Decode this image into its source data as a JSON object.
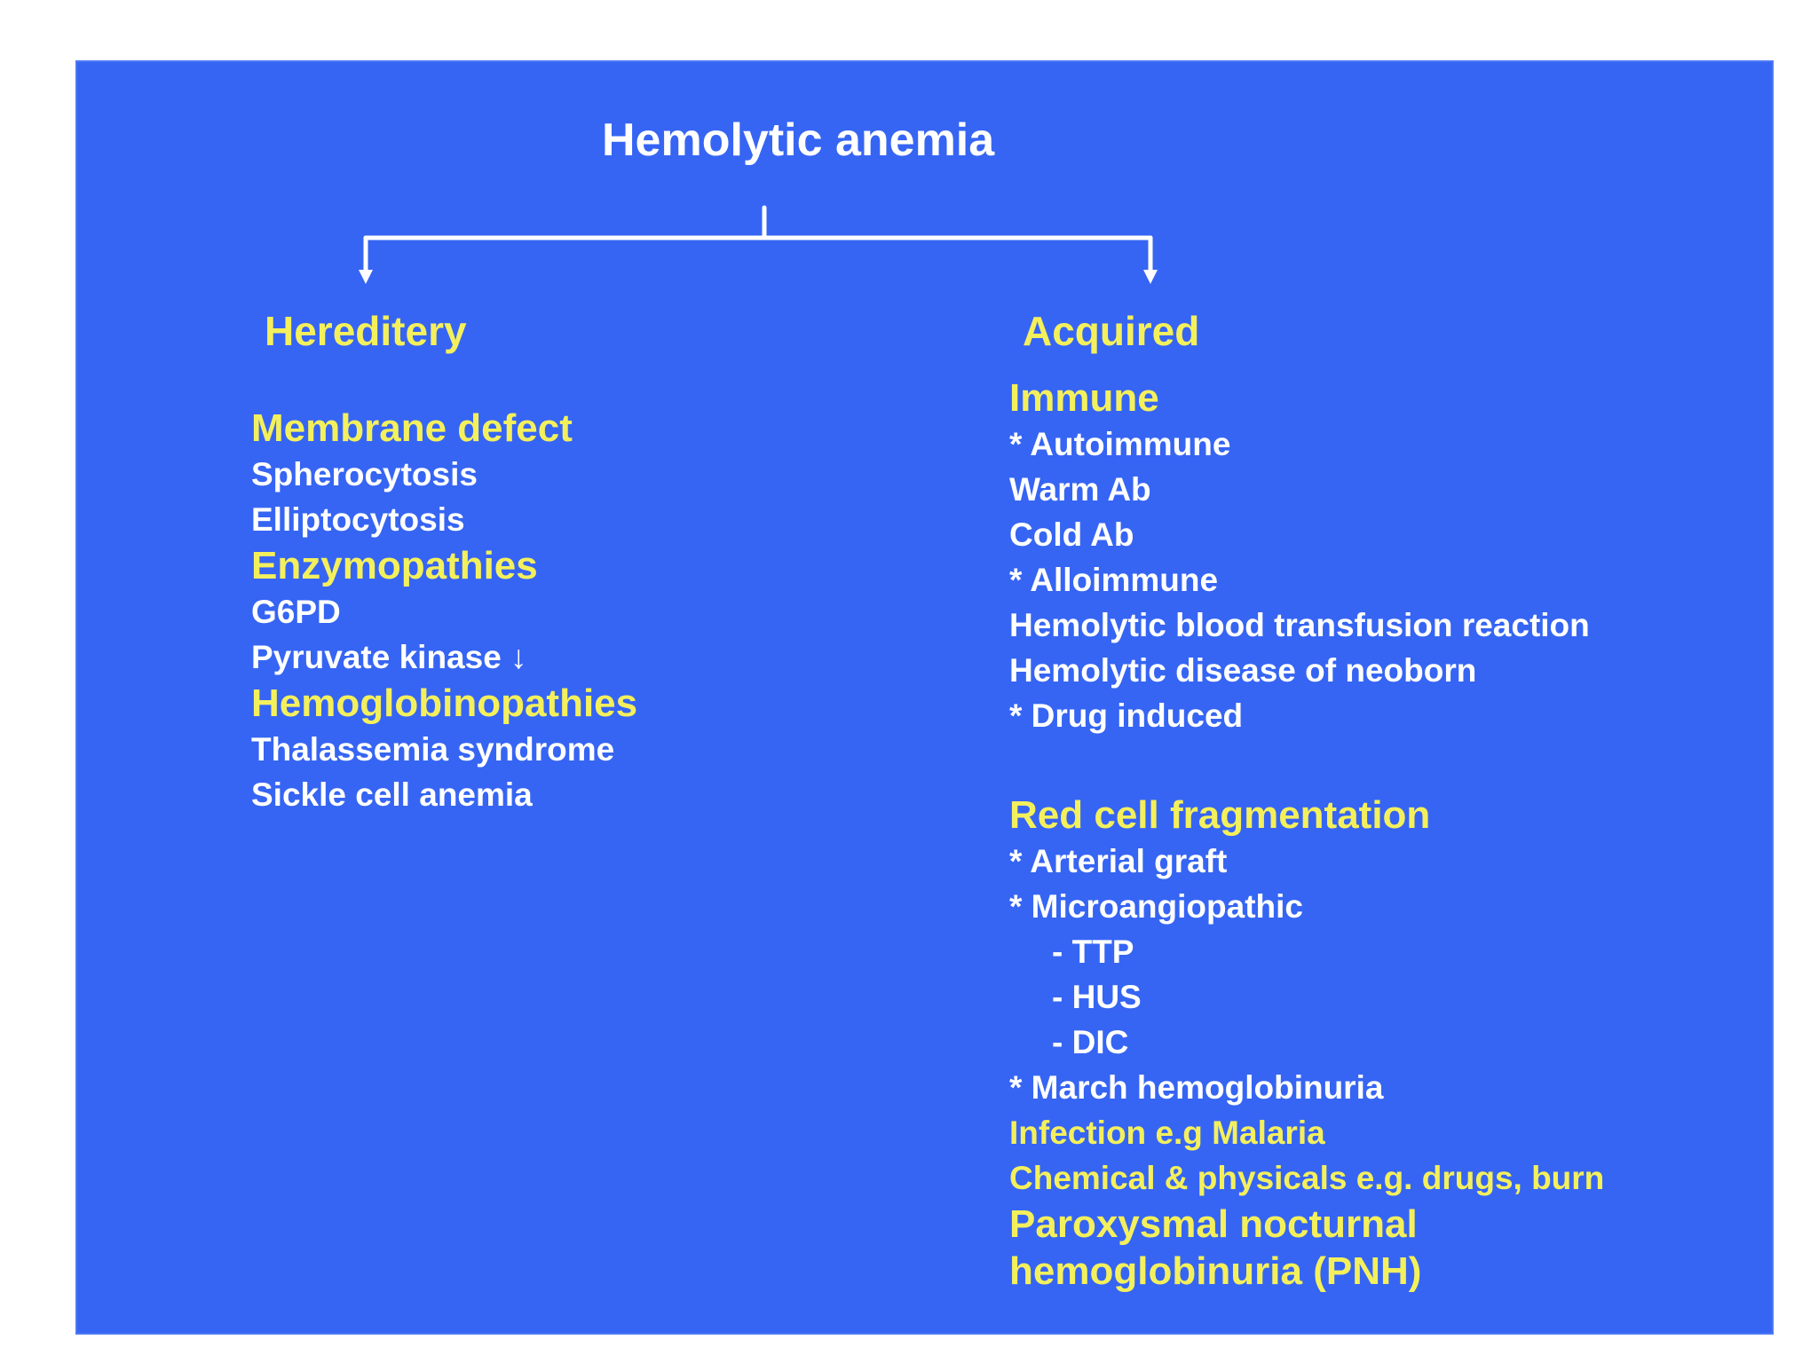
{
  "title": "Hemolytic anemia",
  "colors": {
    "background": "#3665f3",
    "heading": "#f4f05c",
    "text": "#ffffff"
  },
  "hereditary": {
    "heading": "Hereditery",
    "lines": [
      {
        "kind": "cat",
        "text": "Membrane defect"
      },
      {
        "kind": "item",
        "text": "Spherocytosis"
      },
      {
        "kind": "item",
        "text": "Elliptocytosis"
      },
      {
        "kind": "cat",
        "text": "Enzymopathies"
      },
      {
        "kind": "item",
        "text": "G6PD"
      },
      {
        "kind": "item",
        "text": "Pyruvate kinase ↓"
      },
      {
        "kind": "cat",
        "text": "Hemoglobinopathies"
      },
      {
        "kind": "item",
        "text": "Thalassemia syndrome"
      },
      {
        "kind": "item",
        "text": "Sickle cell anemia"
      }
    ]
  },
  "acquired": {
    "heading": "Acquired",
    "lines": [
      {
        "kind": "cat",
        "text": "Immune"
      },
      {
        "kind": "item",
        "text": "* Autoimmune"
      },
      {
        "kind": "item",
        "text": "Warm Ab"
      },
      {
        "kind": "item",
        "text": "Cold Ab"
      },
      {
        "kind": "item",
        "text": "* Alloimmune"
      },
      {
        "kind": "item",
        "text": "Hemolytic blood transfusion reaction"
      },
      {
        "kind": "item",
        "text": "Hemolytic disease of neoborn"
      },
      {
        "kind": "item",
        "text": "* Drug induced"
      },
      {
        "kind": "gap",
        "text": ""
      },
      {
        "kind": "cat",
        "text": "Red cell fragmentation"
      },
      {
        "kind": "item",
        "text": "* Arterial graft"
      },
      {
        "kind": "item",
        "text": "* Microangiopathic"
      },
      {
        "kind": "sub",
        "text": "- TTP"
      },
      {
        "kind": "sub",
        "text": "- HUS"
      },
      {
        "kind": "sub",
        "text": "- DIC"
      },
      {
        "kind": "item",
        "text": "* March hemoglobinuria"
      },
      {
        "kind": "yitem",
        "text": "Infection e.g Malaria"
      },
      {
        "kind": "yitem",
        "text": "Chemical & physicals e.g. drugs, burn"
      },
      {
        "kind": "cat",
        "text": "Paroxysmal nocturnal"
      },
      {
        "kind": "cat",
        "text": "hemoglobinuria (PNH)"
      }
    ]
  }
}
